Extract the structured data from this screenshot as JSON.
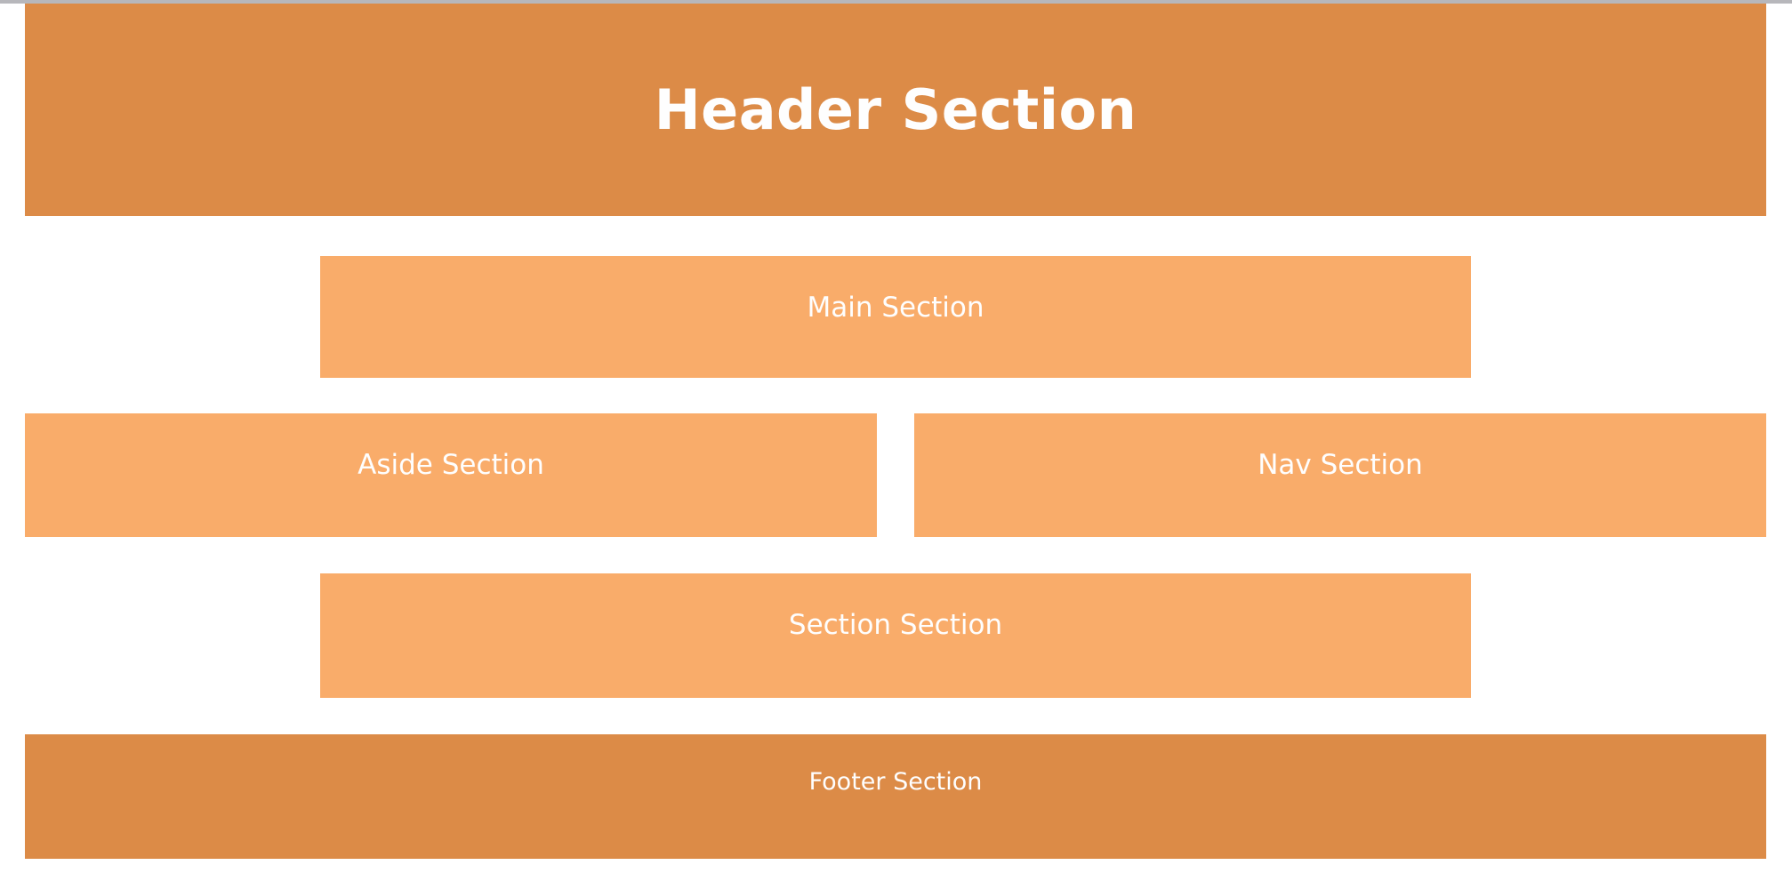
{
  "colors": {
    "banner": "#dc8b47",
    "panel": "#f9ac6a",
    "label_text": "#fefefe",
    "top_strip": "#b7b7bb",
    "page_background": "#ffffff"
  },
  "sections": {
    "header": {
      "label": "Header Section"
    },
    "main": {
      "label": "Main Section"
    },
    "aside": {
      "label": "Aside Section"
    },
    "nav": {
      "label": "Nav Section"
    },
    "section": {
      "label": "Section Section"
    },
    "footer": {
      "label": "Footer Section"
    }
  }
}
